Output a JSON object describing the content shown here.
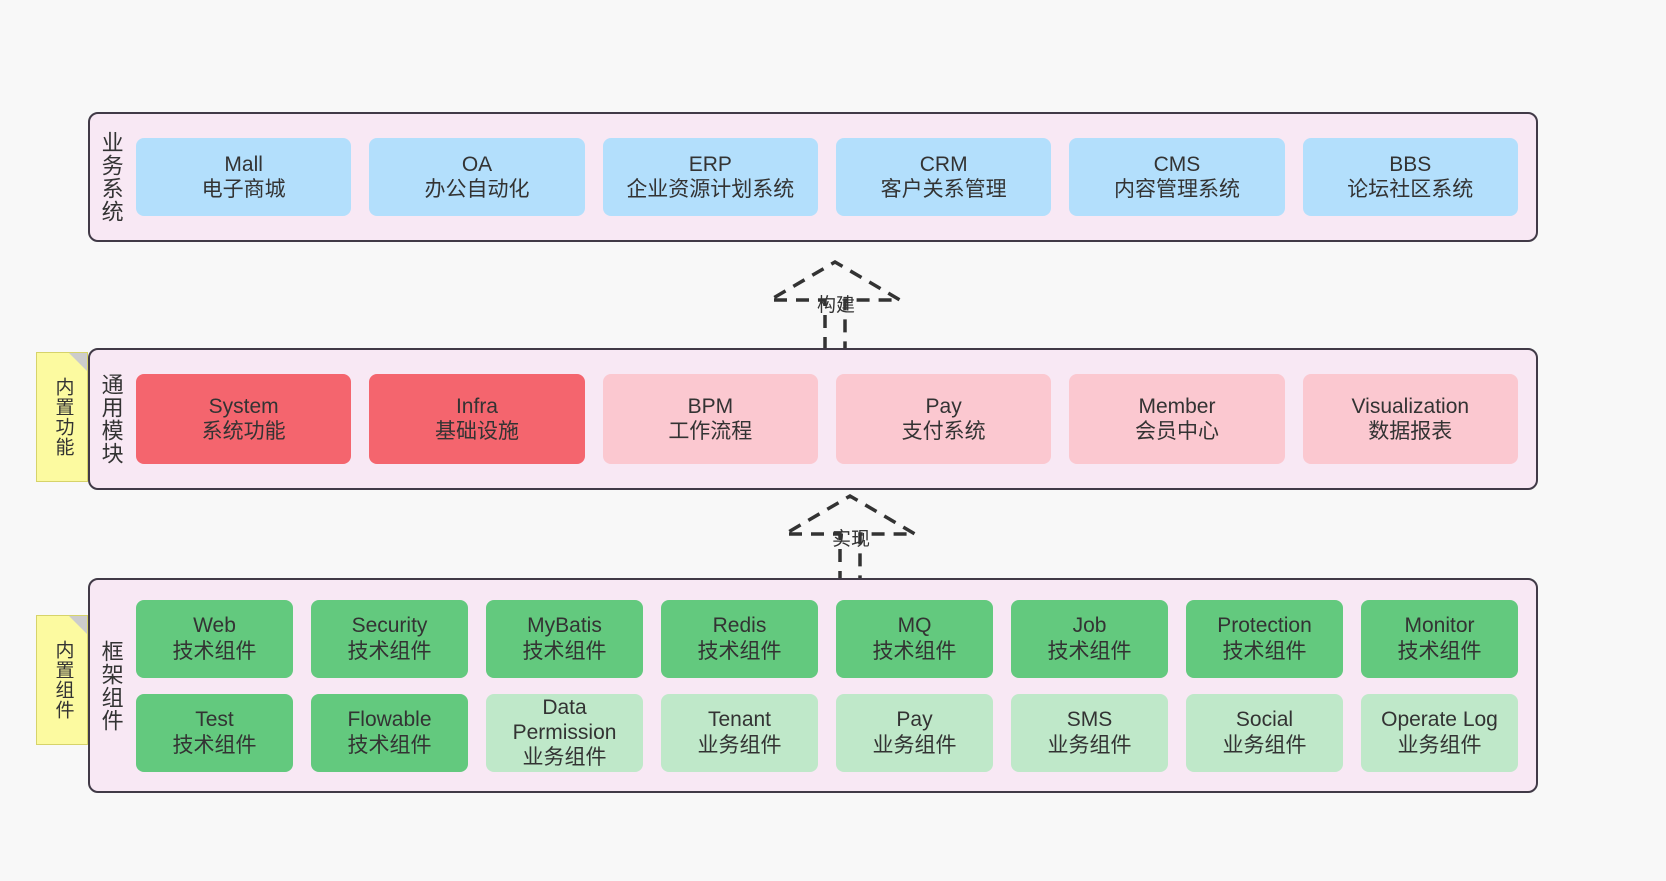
{
  "page": {
    "background": "#f8f8f8",
    "title": "系统架构分层图"
  },
  "colors": {
    "panel_bg": "#f8e8f4",
    "panel_border": "#413a47",
    "business_box": "#b3dffc",
    "module_strong": "#f4656e",
    "module_soft": "#fbc8d0",
    "tech_component": "#63c97e",
    "biz_component": "#bfe8c9",
    "note_bg": "#fcfaa0",
    "note_fold": "#cccccc",
    "text": "#333333"
  },
  "tiers": [
    {
      "id": "business-system",
      "label": "业务系统",
      "note": null,
      "rows": [
        {
          "style": "t1-box",
          "cells": [
            {
              "l1": "Mall",
              "l2": "电子商城"
            },
            {
              "l1": "OA",
              "l2": "办公自动化"
            },
            {
              "l1": "ERP",
              "l2": "企业资源计划系统"
            },
            {
              "l1": "CRM",
              "l2": "客户关系管理"
            },
            {
              "l1": "CMS",
              "l2": "内容管理系统"
            },
            {
              "l1": "BBS",
              "l2": "论坛社区系统"
            }
          ]
        }
      ]
    },
    {
      "id": "common-module",
      "label": "通用模块",
      "note": "内置功能",
      "rows": [
        {
          "style": "t2-box",
          "cells": [
            {
              "l1": "System",
              "l2": "系统功能",
              "variant": "strong"
            },
            {
              "l1": "Infra",
              "l2": "基础设施",
              "variant": "strong"
            },
            {
              "l1": "BPM",
              "l2": "工作流程",
              "variant": "soft"
            },
            {
              "l1": "Pay",
              "l2": "支付系统",
              "variant": "soft"
            },
            {
              "l1": "Member",
              "l2": "会员中心",
              "variant": "soft"
            },
            {
              "l1": "Visualization",
              "l2": "数据报表",
              "variant": "soft"
            }
          ]
        }
      ]
    },
    {
      "id": "framework-component",
      "label": "框架组件",
      "note": "内置组件",
      "rows": [
        {
          "style": "t3-box",
          "cells": [
            {
              "l1": "Web",
              "l2": "技术组件",
              "variant": "tech"
            },
            {
              "l1": "Security",
              "l2": "技术组件",
              "variant": "tech"
            },
            {
              "l1": "MyBatis",
              "l2": "技术组件",
              "variant": "tech"
            },
            {
              "l1": "Redis",
              "l2": "技术组件",
              "variant": "tech"
            },
            {
              "l1": "MQ",
              "l2": "技术组件",
              "variant": "tech"
            },
            {
              "l1": "Job",
              "l2": "技术组件",
              "variant": "tech"
            },
            {
              "l1": "Protection",
              "l2": "技术组件",
              "variant": "tech"
            },
            {
              "l1": "Monitor",
              "l2": "技术组件",
              "variant": "tech"
            }
          ]
        },
        {
          "style": "t3-box",
          "cells": [
            {
              "l1": "Test",
              "l2": "技术组件",
              "variant": "tech"
            },
            {
              "l1": "Flowable",
              "l2": "技术组件",
              "variant": "tech"
            },
            {
              "l1": "Data Permission",
              "l2": "业务组件",
              "variant": "biz"
            },
            {
              "l1": "Tenant",
              "l2": "业务组件",
              "variant": "biz"
            },
            {
              "l1": "Pay",
              "l2": "业务组件",
              "variant": "biz"
            },
            {
              "l1": "SMS",
              "l2": "业务组件",
              "variant": "biz"
            },
            {
              "l1": "Social",
              "l2": "业务组件",
              "variant": "biz"
            },
            {
              "l1": "Operate Log",
              "l2": "业务组件",
              "variant": "biz"
            }
          ]
        }
      ]
    }
  ],
  "connectors": [
    {
      "id": "build",
      "label": "构建",
      "from": "common-module",
      "to": "business-system",
      "style": "dashed-generalization"
    },
    {
      "id": "implement",
      "label": "实现",
      "from": "framework-component",
      "to": "common-module",
      "style": "dashed-generalization"
    }
  ]
}
